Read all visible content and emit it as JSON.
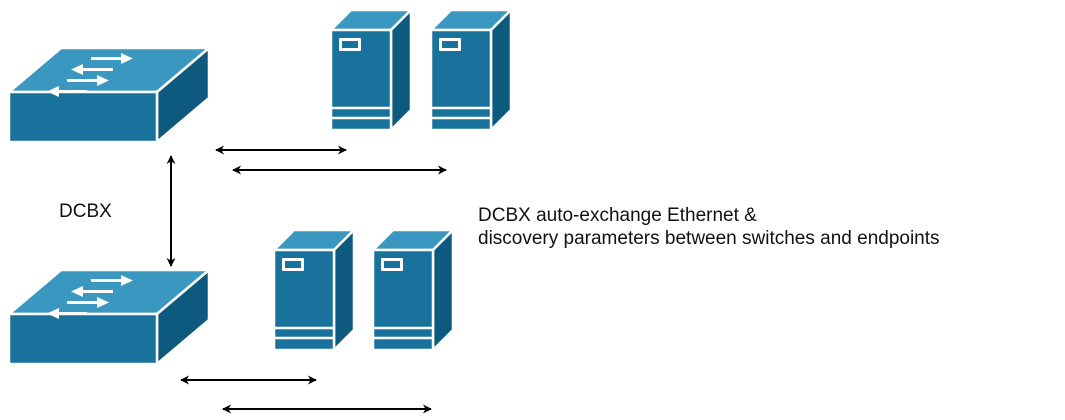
{
  "labels": {
    "dcbx": "DCBX",
    "description_line1": "DCBX auto-exchange Ethernet &",
    "description_line2": "discovery parameters between switches and endpoints"
  },
  "colors": {
    "device_front": "#19729b",
    "device_side": "#0e5a7e",
    "device_top": "#3a97bf",
    "device_outline": "#ffffff",
    "arrow": "#000000"
  },
  "icons": {
    "switch": "network-switch-icon",
    "server": "server-tower-icon"
  }
}
